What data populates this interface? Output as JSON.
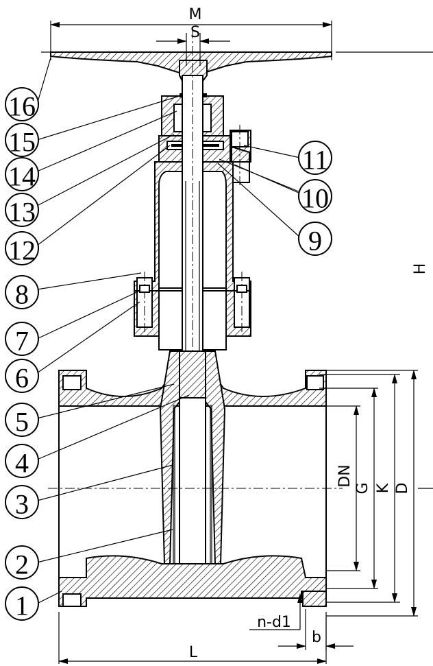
{
  "balloons": [
    "16",
    "15",
    "14",
    "13",
    "12",
    "8",
    "7",
    "6",
    "5",
    "4",
    "3",
    "2",
    "1",
    "11",
    "10",
    "9"
  ],
  "dimensions": {
    "M": "M",
    "S": "S",
    "H": "H",
    "DN": "DN",
    "G": "G",
    "K": "K",
    "D": "D",
    "L": "L",
    "n_d1": "n-d1",
    "b": "b"
  }
}
